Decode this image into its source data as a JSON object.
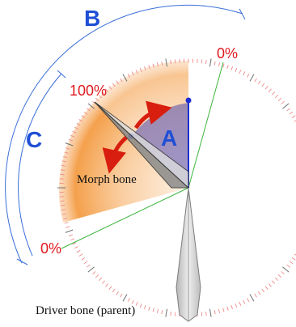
{
  "labels": {
    "percent_top": "0%",
    "percent_max": "100%",
    "percent_bottom": "0%",
    "arc_b": "B",
    "arc_c": "C",
    "angle_a": "A",
    "morph_bone": "Morph bone",
    "driver_bone": "Driver bone (parent)"
  },
  "colors": {
    "red_text": "#e0191e",
    "blue_letter": "#1f4fd6",
    "blue_arc": "#3a6fd8",
    "ticks": "#ef8a8a",
    "guide_line": "#3cb43c",
    "angle_fill": "#3f3aa8",
    "bone_fill": "#c9c9c9",
    "glow": "#f28a22",
    "arrow": "#d81e0e"
  },
  "icons": {
    "rotation_arrows": "curved-double-arrow-icon",
    "bone": "bone-shape-icon"
  }
}
